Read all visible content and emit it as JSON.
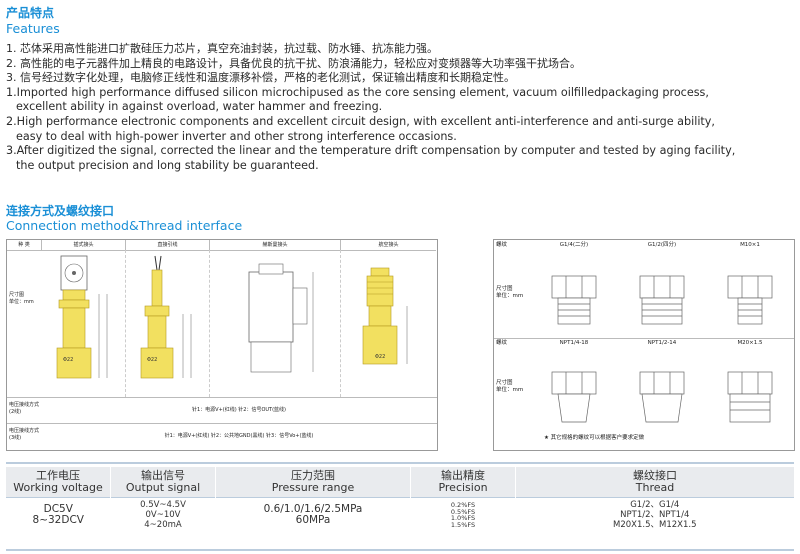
{
  "features": {
    "title_cn": "产品特点",
    "title_en": "Features",
    "cn_lines": [
      "1. 芯体采用高性能进口扩散硅压力芯片，真空充油封装，抗过载、防水锤、抗冻能力强。",
      "2. 高性能的电子元器件加上精良的电路设计，具备优良的抗干扰、防浪涌能力，轻松应对变频器等大功率强干扰场合。",
      "3. 信号经过数字化处理，电脑修正线性和温度漂移补偿，严格的老化测试，保证输出精度和长期稳定性。"
    ],
    "en_lines": [
      "1.Imported high performance diffused silicon microchipused as the core sensing element, vacuum oilfilledpackaging process,",
      "excellent ability in against overload, water hammer and freezing.",
      "2.High performance electronic components and excellent circuit design, with excellent anti-interference and anti-surge ability,",
      "easy to deal with high-power inverter and other strong interference occasions.",
      "3.After digitized the signal, corrected the linear and the temperature drift compensation by computer and tested by aging facility,",
      "the output precision and long stability be guaranteed."
    ]
  },
  "connection": {
    "title_cn": "连接方式及螺纹接口",
    "title_en": "Connection method&Thread interface",
    "headers": [
      "种 类",
      "插式接头",
      "直接引线",
      "赫斯曼接头",
      "航空接头"
    ],
    "row_size": "尺寸图\n单位：mm",
    "row_wire2": "电压接线方式\n(2线)",
    "row_wire3": "电压接线方式\n(3线)",
    "wire2_text": "针1：电源V+(红线)  针2：信号OUT(蓝线)",
    "wire3_text": "针1：电源V+(红线)  针2：公共地GND(黑线)  针3：信号Vo+(蓝线)",
    "dim_d22": "Φ22"
  },
  "thread": {
    "label_thread": "螺纹",
    "label_size": "尺寸图\n单位：mm",
    "row1": [
      "G1/4(二分)",
      "G1/2(四分)",
      "M10×1"
    ],
    "row2": [
      "NPT1/4-18",
      "NPT1/2-14",
      "M20×1.5"
    ],
    "note": "★ 其它规格的螺纹可以根据客户要求定做"
  },
  "spec": {
    "headers": [
      {
        "cn": "工作电压",
        "en": "Working voltage"
      },
      {
        "cn": "输出信号",
        "en": "Output signal"
      },
      {
        "cn": "压力范围",
        "en": "Pressure range"
      },
      {
        "cn": "输出精度",
        "en": "Precision"
      },
      {
        "cn": "螺纹接口",
        "en": "Thread"
      }
    ],
    "voltage": [
      "DC5V",
      "8~32DCV"
    ],
    "output": [
      "0.5V~4.5V",
      "0V~10V",
      "4~20mA"
    ],
    "pressure": [
      "0.6/1.0/1.6/2.5MPa",
      "60MPa"
    ],
    "precision": [
      "0.2%FS",
      "0.5%FS",
      "1.0%FS",
      "1.5%FS"
    ],
    "thread": [
      "G1/2、G1/4",
      "NPT1/2、NPT1/4",
      "M20X1.5、M12X1.5"
    ]
  },
  "colors": {
    "accent": "#1a8fd6",
    "sensor": "#f2e060",
    "header_bg": "#e9ebee"
  }
}
